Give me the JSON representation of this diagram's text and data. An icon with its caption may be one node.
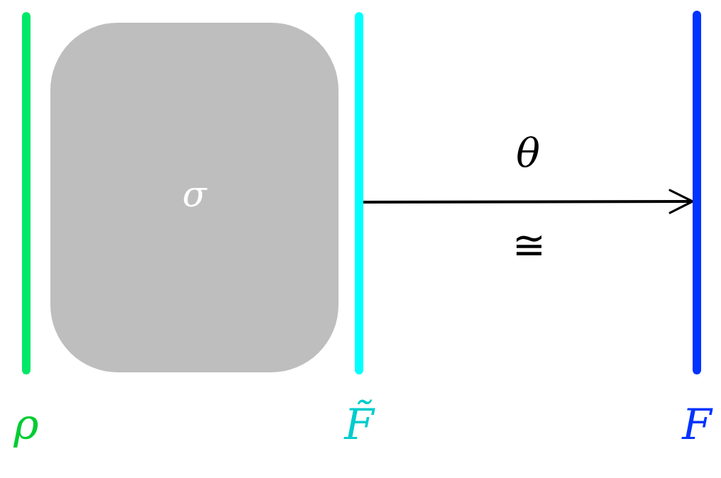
{
  "diagram": {
    "nodes": [
      {
        "text": [
          "ρ"
        ]
      },
      {
        "text": [
          "σ"
        ]
      },
      {
        "text": [
          "F̃"
        ]
      },
      {
        "text": [
          "F"
        ]
      }
    ],
    "edges": [
      {
        "from": 2,
        "to": 3,
        "arrow": "to",
        "label": "θ"
      }
    ],
    "labels": [
      "≅"
    ]
  }
}
